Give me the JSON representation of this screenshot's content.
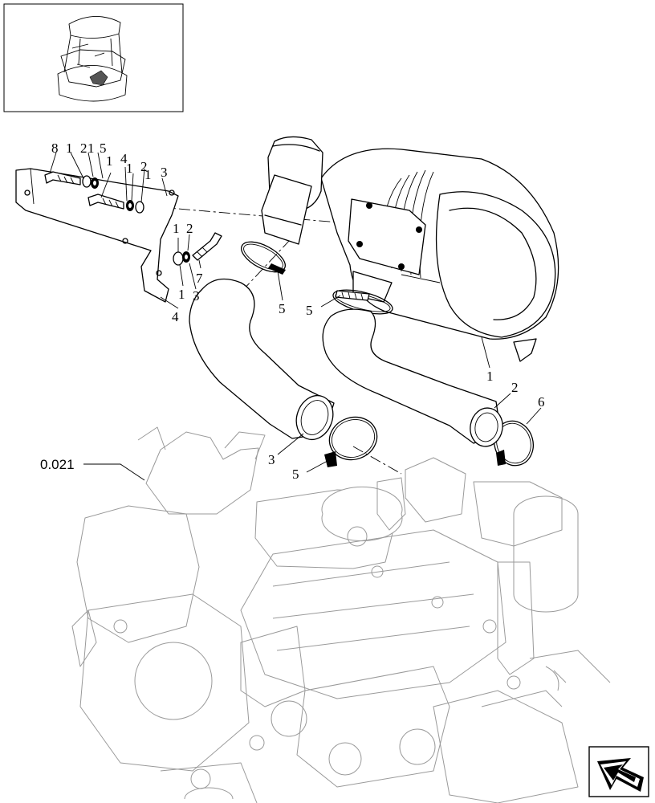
{
  "reference_label": "0.021",
  "callouts": [
    {
      "id": "c-8",
      "text": "8"
    },
    {
      "id": "c-1a",
      "text": "1"
    },
    {
      "id": "c-2a",
      "text": "2"
    },
    {
      "id": "c-1b",
      "text": "1"
    },
    {
      "id": "c-5a",
      "text": "5"
    },
    {
      "id": "c-1c",
      "text": "1"
    },
    {
      "id": "c-4a",
      "text": "4"
    },
    {
      "id": "c-1d",
      "text": "1"
    },
    {
      "id": "c-2b",
      "text": "2"
    },
    {
      "id": "c-1e",
      "text": "1"
    },
    {
      "id": "c-3a",
      "text": "3"
    },
    {
      "id": "c-1f",
      "text": "1"
    },
    {
      "id": "c-2c",
      "text": "2"
    },
    {
      "id": "c-7",
      "text": "7"
    },
    {
      "id": "c-1g",
      "text": "1"
    },
    {
      "id": "c-3b",
      "text": "3"
    },
    {
      "id": "c-4b",
      "text": "4"
    },
    {
      "id": "c-5b",
      "text": "5"
    },
    {
      "id": "c-5c",
      "text": "5"
    },
    {
      "id": "c-1h",
      "text": "1"
    },
    {
      "id": "c-2d",
      "text": "2"
    },
    {
      "id": "c-6",
      "text": "6"
    },
    {
      "id": "c-3c",
      "text": "3"
    },
    {
      "id": "c-5d",
      "text": "5"
    }
  ],
  "icons": {
    "thumbnail": "machine-thumbnail-icon",
    "nav": "next-page-arrow-icon"
  }
}
